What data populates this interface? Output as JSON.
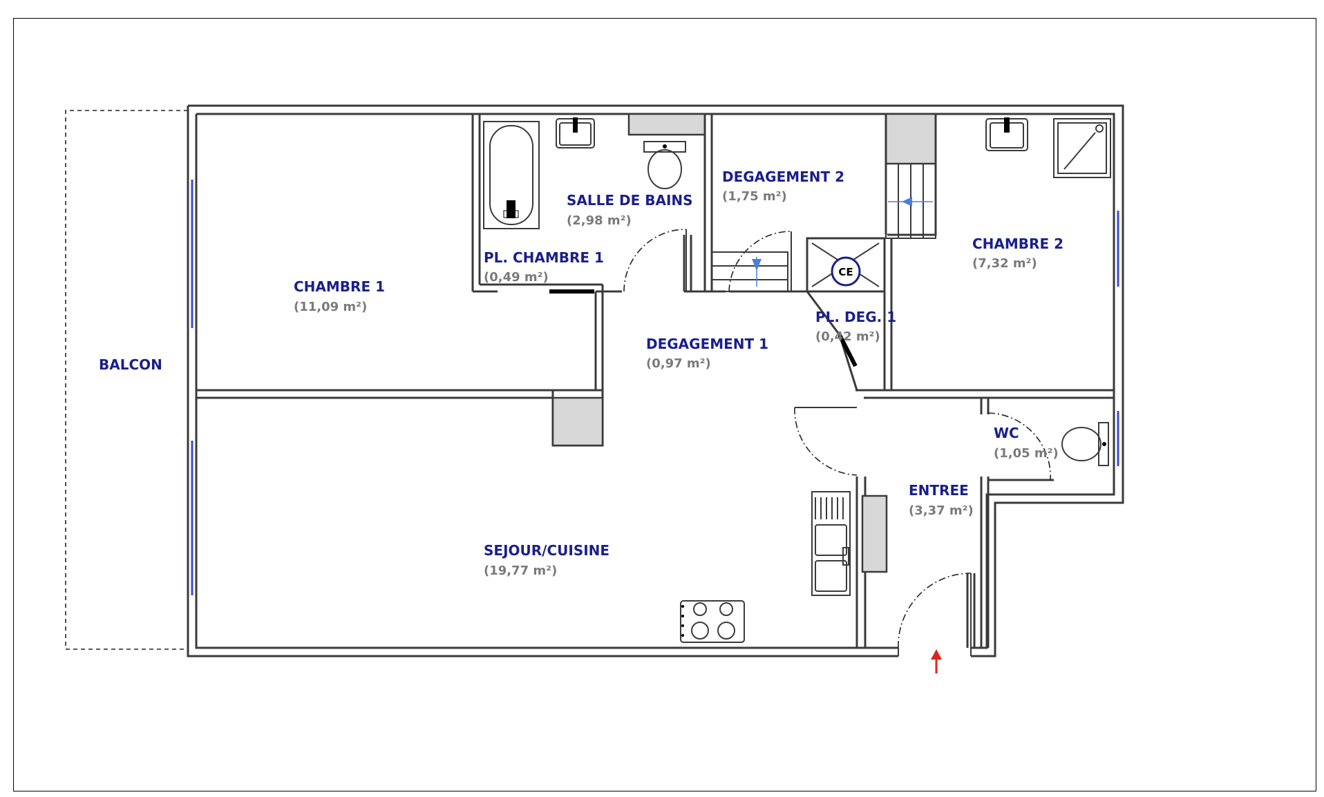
{
  "rooms": {
    "chambre1": {
      "name": "CHAMBRE 1",
      "area": "(11,09 m²)"
    },
    "salle_de_bains": {
      "name": "SALLE DE BAINS",
      "area": "(2,98 m²)"
    },
    "pl_chambre1": {
      "name": "PL. CHAMBRE 1",
      "area": "(0,49 m²)"
    },
    "degagement2": {
      "name": "DEGAGEMENT 2",
      "area": "(1,75 m²)"
    },
    "degagement1": {
      "name": "DEGAGEMENT 1",
      "area": "(0,97 m²)"
    },
    "pl_deg1": {
      "name": "PL. DEG. 1",
      "area": "(0,42 m²)"
    },
    "chambre2": {
      "name": "CHAMBRE 2",
      "area": "(7,32 m²)"
    },
    "wc": {
      "name": "WC",
      "area": "(1,05 m²)"
    },
    "entree": {
      "name": "ENTREE",
      "area": "(3,37 m²)"
    },
    "sejour": {
      "name": "SEJOUR/CUISINE",
      "area": "(19,77 m²)"
    },
    "balcon": {
      "name": "BALCON"
    }
  },
  "fixtures": {
    "water_heater_label": "CE"
  },
  "colors": {
    "room_name": "#1a1f8c",
    "room_area": "#7a7a7a",
    "window": "#3a4ad8",
    "stair_arrow": "#4a7fd8",
    "entry_arrow": "#e0231c"
  }
}
